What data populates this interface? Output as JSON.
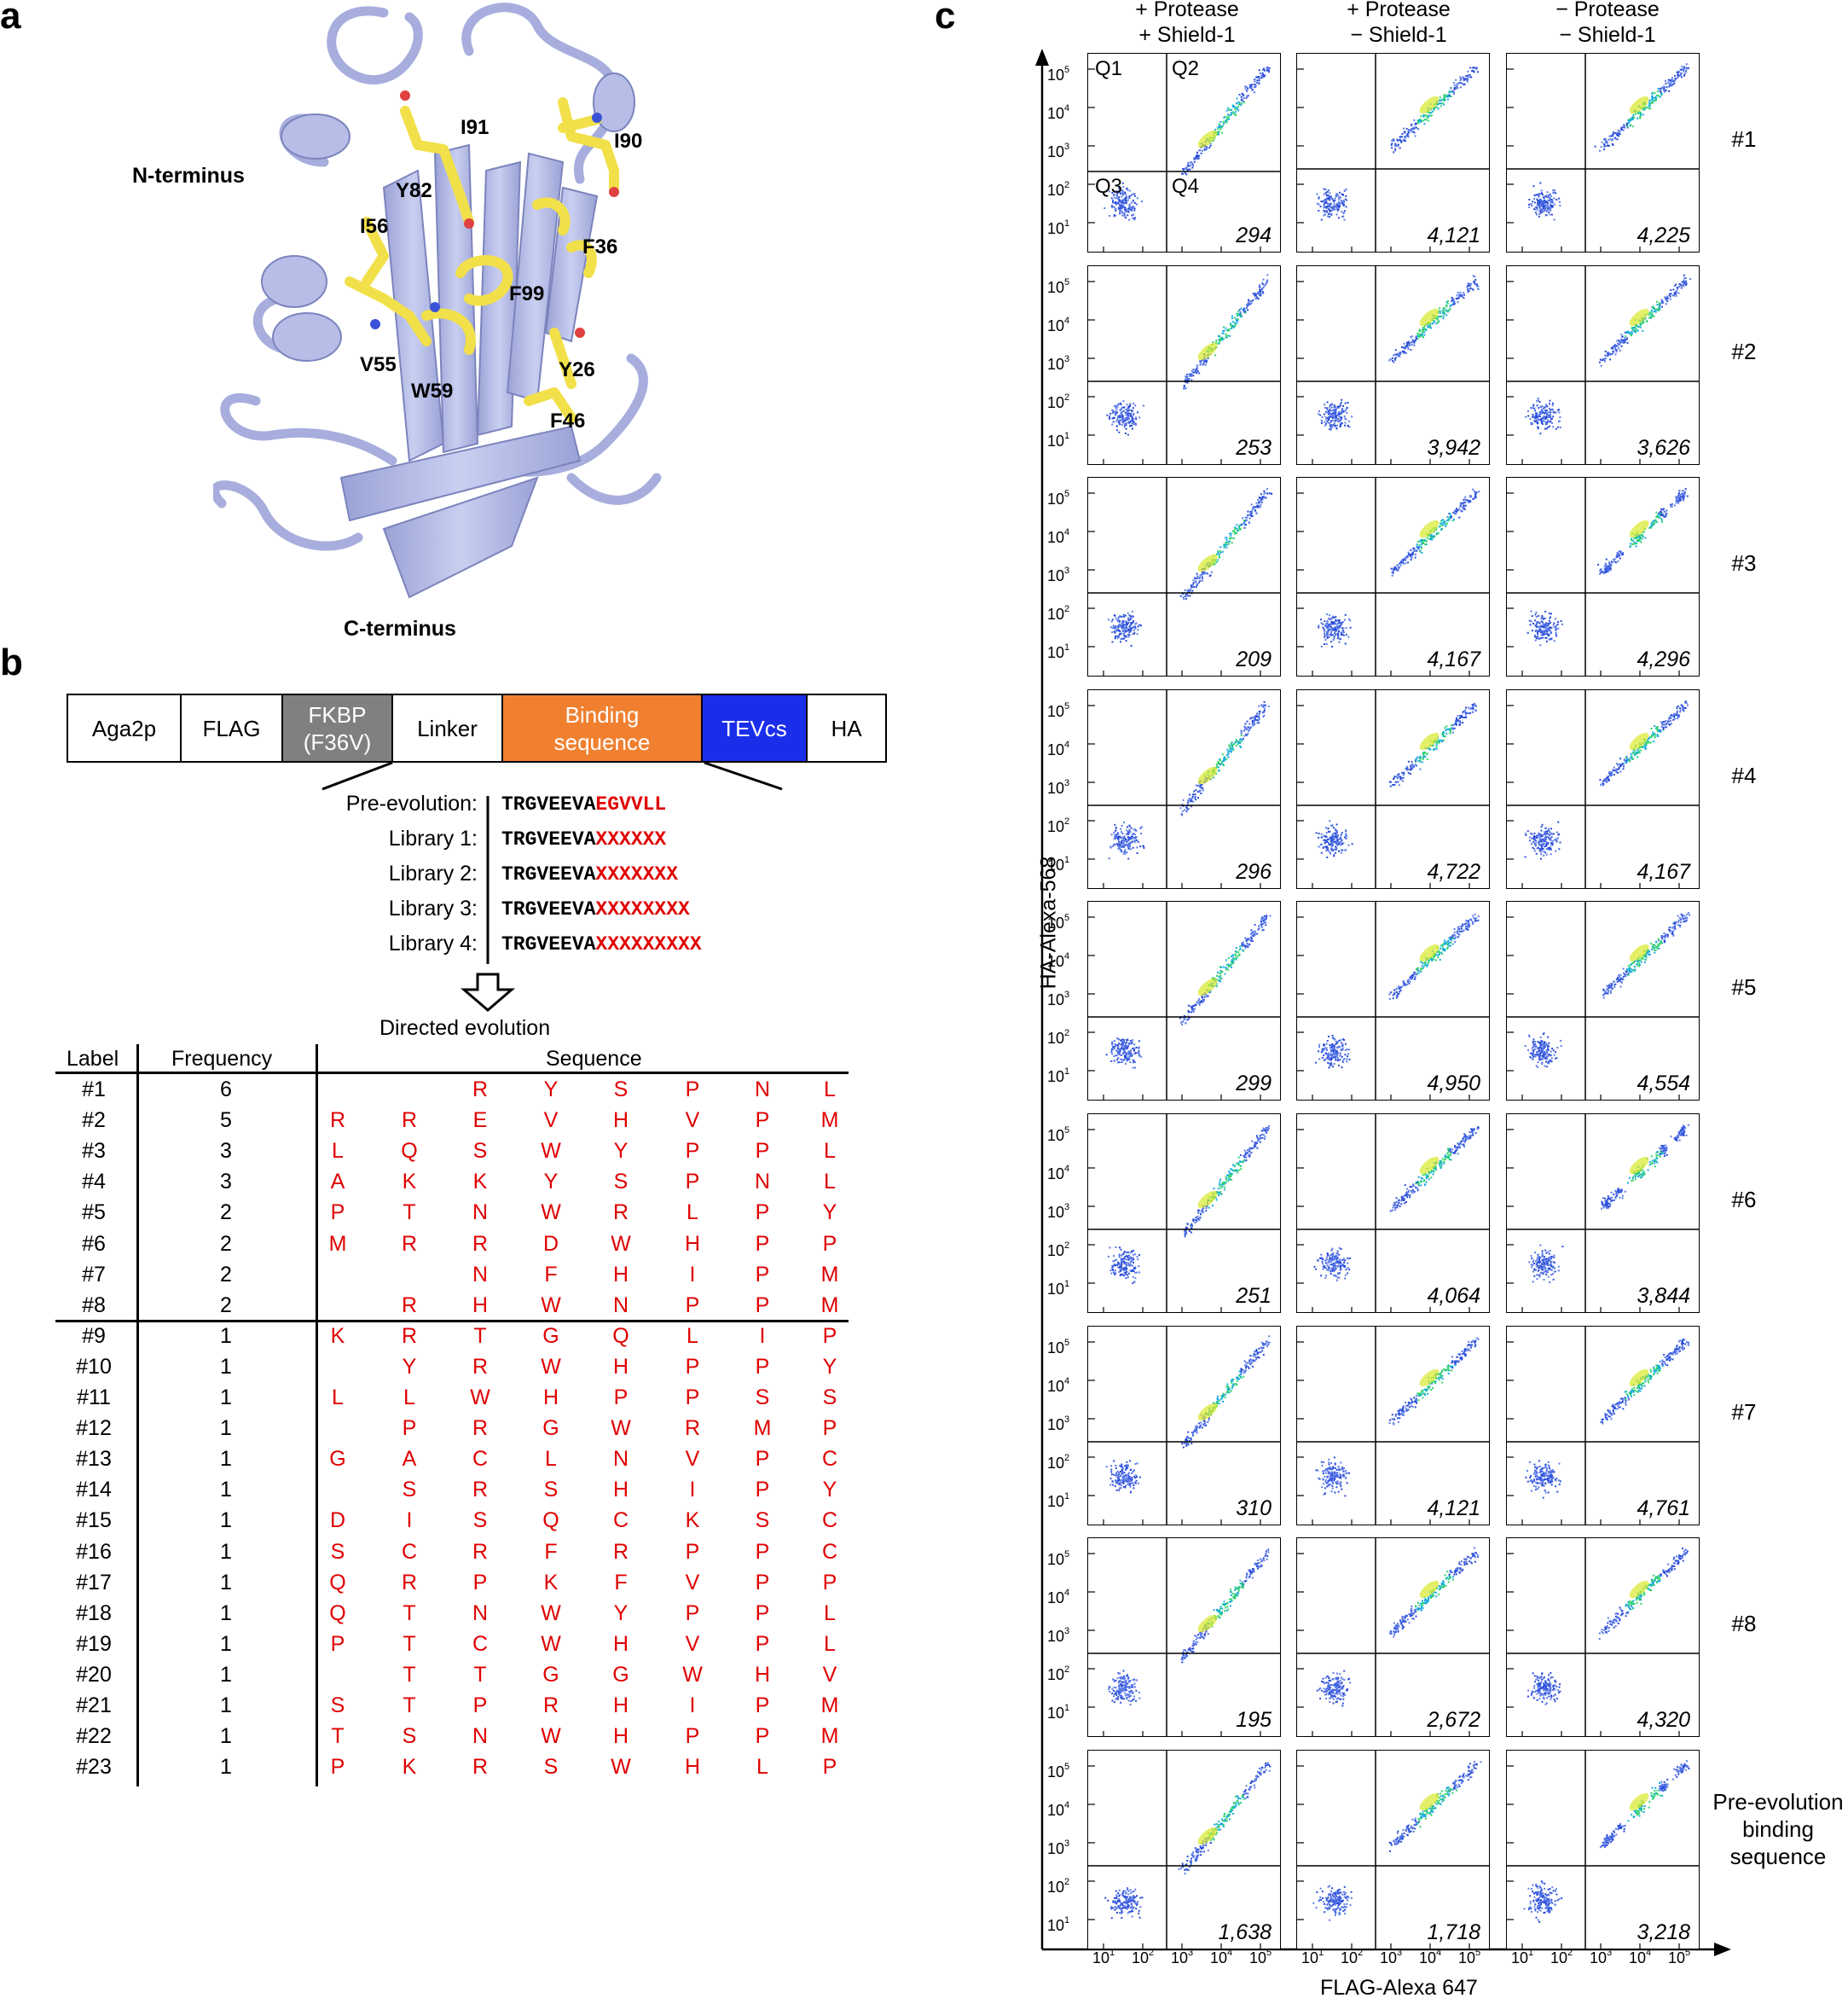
{
  "panels": {
    "a": "a",
    "b": "b",
    "c": "c"
  },
  "panel_a": {
    "n_terminus": "N-terminus",
    "c_terminus": "C-terminus",
    "residues": [
      "I91",
      "I90",
      "Y82",
      "I56",
      "F36",
      "F99",
      "V55",
      "W59",
      "Y26",
      "F46"
    ],
    "colors": {
      "ribbon": "#b8bfe6",
      "ribbon_dark": "#7d86c0",
      "sticks": "#f2e04a",
      "oxygen": "#e04040",
      "nitrogen": "#3a52d8"
    }
  },
  "panel_b": {
    "construct": [
      {
        "label": "Aga2p",
        "color": "#ffffff",
        "text_color": "#000000"
      },
      {
        "label": "FLAG",
        "color": "#ffffff",
        "text_color": "#000000"
      },
      {
        "label": "FKBP\n(F36V)",
        "color": "#808080",
        "text_color": "#ffffff"
      },
      {
        "label": "Linker",
        "color": "#ffffff",
        "text_color": "#000000"
      },
      {
        "label": "Binding\nsequence",
        "color": "#f08030",
        "text_color": "#ffffff"
      },
      {
        "label": "TEVcs",
        "color": "#1a2eea",
        "text_color": "#ffffff"
      },
      {
        "label": "HA",
        "color": "#ffffff",
        "text_color": "#000000"
      }
    ],
    "libraries": [
      {
        "label": "Pre-evolution:",
        "fixed": "TRGVEEVA",
        "variable": "EGVVLL"
      },
      {
        "label": "Library 1:",
        "fixed": "TRGVEEVA",
        "variable": "XXXXXX"
      },
      {
        "label": "Library 2:",
        "fixed": "TRGVEEVA",
        "variable": "XXXXXXX"
      },
      {
        "label": "Library 3:",
        "fixed": "TRGVEEVA",
        "variable": "XXXXXXXX"
      },
      {
        "label": "Library 4:",
        "fixed": "TRGVEEVA",
        "variable": "XXXXXXXXX"
      }
    ],
    "arrow_label": "Directed evolution",
    "table_headers": {
      "label": "Label",
      "frequency": "Frequency",
      "sequence": "Sequence"
    },
    "rows": [
      {
        "label": "#1",
        "freq": "6",
        "seq": [
          "",
          "",
          "R",
          "Y",
          "S",
          "P",
          "N",
          "L"
        ]
      },
      {
        "label": "#2",
        "freq": "5",
        "seq": [
          "R",
          "R",
          "E",
          "V",
          "H",
          "V",
          "P",
          "M"
        ]
      },
      {
        "label": "#3",
        "freq": "3",
        "seq": [
          "L",
          "Q",
          "S",
          "W",
          "Y",
          "P",
          "P",
          "L"
        ]
      },
      {
        "label": "#4",
        "freq": "3",
        "seq": [
          "A",
          "K",
          "K",
          "Y",
          "S",
          "P",
          "N",
          "L"
        ]
      },
      {
        "label": "#5",
        "freq": "2",
        "seq": [
          "P",
          "T",
          "N",
          "W",
          "R",
          "L",
          "P",
          "Y"
        ]
      },
      {
        "label": "#6",
        "freq": "2",
        "seq": [
          "M",
          "R",
          "R",
          "D",
          "W",
          "H",
          "P",
          "P"
        ]
      },
      {
        "label": "#7",
        "freq": "2",
        "seq": [
          "",
          "",
          "N",
          "F",
          "H",
          "I",
          "P",
          "M"
        ]
      },
      {
        "label": "#8",
        "freq": "2",
        "seq": [
          "",
          "R",
          "H",
          "W",
          "N",
          "P",
          "P",
          "M"
        ]
      },
      {
        "label": "#9",
        "freq": "1",
        "seq": [
          "K",
          "R",
          "T",
          "G",
          "Q",
          "L",
          "I",
          "P"
        ]
      },
      {
        "label": "#10",
        "freq": "1",
        "seq": [
          "",
          "Y",
          "R",
          "W",
          "H",
          "P",
          "P",
          "Y"
        ]
      },
      {
        "label": "#11",
        "freq": "1",
        "seq": [
          "L",
          "L",
          "W",
          "H",
          "P",
          "P",
          "S",
          "S"
        ]
      },
      {
        "label": "#12",
        "freq": "1",
        "seq": [
          "",
          "P",
          "R",
          "G",
          "W",
          "R",
          "M",
          "P"
        ]
      },
      {
        "label": "#13",
        "freq": "1",
        "seq": [
          "G",
          "A",
          "C",
          "L",
          "N",
          "V",
          "P",
          "C"
        ]
      },
      {
        "label": "#14",
        "freq": "1",
        "seq": [
          "",
          "S",
          "R",
          "S",
          "H",
          "I",
          "P",
          "Y"
        ]
      },
      {
        "label": "#15",
        "freq": "1",
        "seq": [
          "D",
          "I",
          "S",
          "Q",
          "C",
          "K",
          "S",
          "C"
        ]
      },
      {
        "label": "#16",
        "freq": "1",
        "seq": [
          "S",
          "C",
          "R",
          "F",
          "R",
          "P",
          "P",
          "C"
        ]
      },
      {
        "label": "#17",
        "freq": "1",
        "seq": [
          "Q",
          "R",
          "P",
          "K",
          "F",
          "V",
          "P",
          "P"
        ]
      },
      {
        "label": "#18",
        "freq": "1",
        "seq": [
          "Q",
          "T",
          "N",
          "W",
          "Y",
          "P",
          "P",
          "L"
        ]
      },
      {
        "label": "#19",
        "freq": "1",
        "seq": [
          "P",
          "T",
          "C",
          "W",
          "H",
          "V",
          "P",
          "L"
        ]
      },
      {
        "label": "#20",
        "freq": "1",
        "seq": [
          "",
          "T",
          "T",
          "G",
          "G",
          "W",
          "H",
          "V"
        ]
      },
      {
        "label": "#21",
        "freq": "1",
        "seq": [
          "S",
          "T",
          "P",
          "R",
          "H",
          "I",
          "P",
          "M"
        ]
      },
      {
        "label": "#22",
        "freq": "1",
        "seq": [
          "T",
          "S",
          "N",
          "W",
          "H",
          "P",
          "P",
          "M"
        ]
      },
      {
        "label": "#23",
        "freq": "1",
        "seq": [
          "P",
          "K",
          "R",
          "S",
          "W",
          "H",
          "L",
          "P"
        ]
      }
    ]
  },
  "panel_c": {
    "columns": [
      "+ Protease\n+ Shield-1",
      "+ Protease\n− Shield-1",
      "− Protease\n− Shield-1"
    ],
    "rows": [
      {
        "label": "#1",
        "counts": [
          "294",
          "4,121",
          "4,225"
        ]
      },
      {
        "label": "#2",
        "counts": [
          "253",
          "3,942",
          "3,626"
        ]
      },
      {
        "label": "#3",
        "counts": [
          "209",
          "4,167",
          "4,296"
        ]
      },
      {
        "label": "#4",
        "counts": [
          "296",
          "4,722",
          "4,167"
        ]
      },
      {
        "label": "#5",
        "counts": [
          "299",
          "4,950",
          "4,554"
        ]
      },
      {
        "label": "#6",
        "counts": [
          "251",
          "4,064",
          "3,844"
        ]
      },
      {
        "label": "#7",
        "counts": [
          "310",
          "4,121",
          "4,761"
        ]
      },
      {
        "label": "#8",
        "counts": [
          "195",
          "2,672",
          "4,320"
        ]
      },
      {
        "label": "Pre-evolution\nbinding\nsequence",
        "counts": [
          "1,638",
          "1,718",
          "3,218"
        ]
      }
    ],
    "quadrants": [
      "Q1",
      "Q2",
      "Q3",
      "Q4"
    ],
    "y_axis_title": "HA-Alexa-568",
    "x_axis_title": "FLAG-Alexa 647",
    "tick_base": "10",
    "tick_exponents": [
      "1",
      "2",
      "3",
      "4",
      "5"
    ]
  }
}
